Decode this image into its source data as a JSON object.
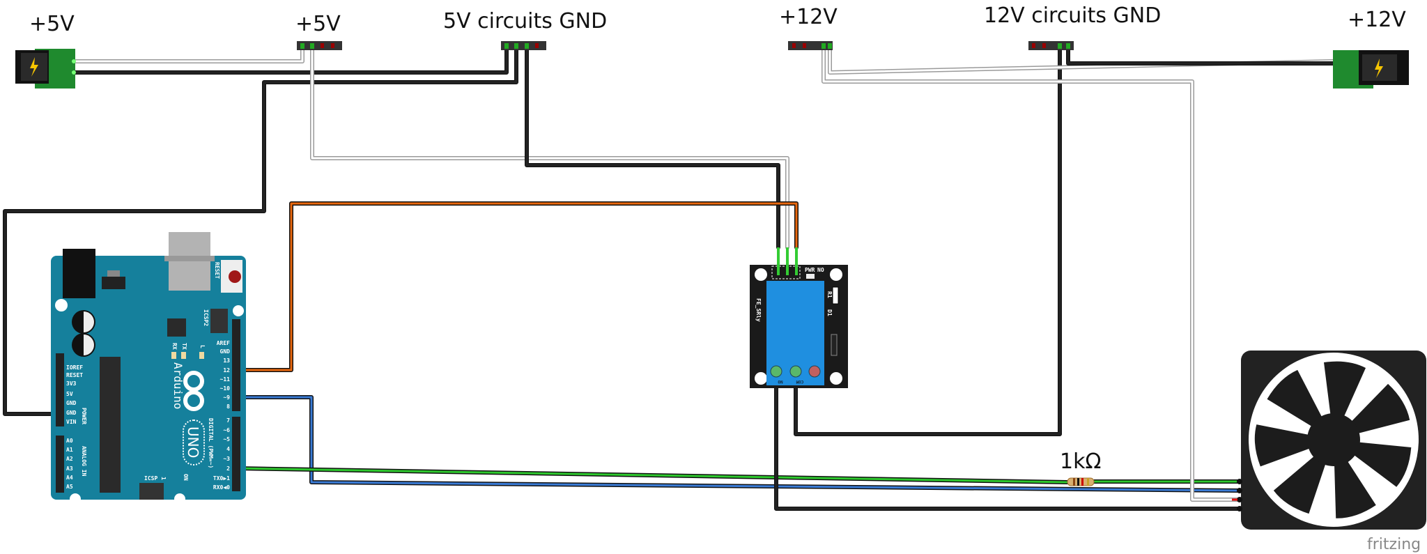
{
  "labels": {
    "left_jack": "+5V",
    "header_5v": "+5V",
    "header_5v_gnd": "5V circuits GND",
    "header_12v": "+12V",
    "header_12v_gnd": "12V circuits GND",
    "right_jack": "+12V",
    "resistor": "1kΩ"
  },
  "arduino": {
    "brand": "Arduino",
    "model": "UNO",
    "reset": "RESET",
    "icsp2": "ICSP2",
    "icsp": "ICSP",
    "icsp_pin1": "1",
    "rx": "RX",
    "tx": "TX",
    "l": "L",
    "on": "ON",
    "power_group": "POWER",
    "analog_group": "ANALOG IN",
    "digital_group": "DIGITAL (PWM=~)",
    "digital_pins": [
      "AREF",
      "GND",
      "13",
      "12",
      "~11",
      "~10",
      "~9",
      "8",
      "7",
      "~6",
      "~5",
      "4",
      "~3",
      "2",
      "TX0▶1",
      "RX0◀0"
    ],
    "power_pins": [
      "IOREF",
      "RESET",
      "3V3",
      "5V",
      "GND",
      "GND",
      "VIN"
    ],
    "analog_pins": [
      "A0",
      "A1",
      "A2",
      "A3",
      "A4",
      "A5"
    ]
  },
  "relay": {
    "name": "FE_SRly",
    "pwr_label": "PWR",
    "no_label": "NO",
    "r1": "R1",
    "d1": "D1",
    "terminal_no": "NO",
    "terminal_com": "COM"
  },
  "watermark": "fritzing",
  "colors": {
    "arduino_board": "#15809c",
    "relay_board": "#1a1a1a",
    "relay_body": "#1f8fe0",
    "wire_black": "#222222",
    "wire_white": "#ffffff",
    "wire_orange": "#e8680f",
    "wire_blue": "#3a7bd5",
    "wire_green": "#2ec82e",
    "wire_red": "#e01010",
    "pcb_green": "#1f8a2e"
  },
  "icons": {
    "power_jack": "lightning-bolt-icon",
    "fan": "fan-icon",
    "resistor": "resistor-icon"
  }
}
